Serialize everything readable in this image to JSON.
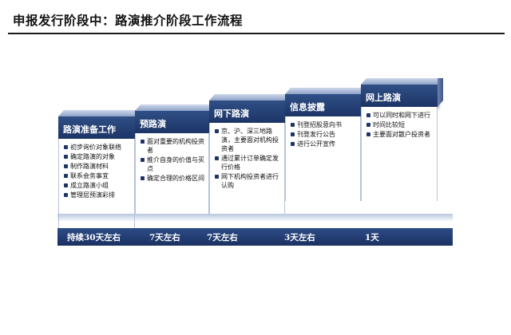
{
  "title": "申报发行阶段中：路演推介阶段工作流程",
  "stages": [
    {
      "name": "路演准备工作",
      "items": [
        "初步询价对象联络",
        "确定路演的对象",
        "制作路演材料",
        "联系会务事宜",
        "成立路演小组",
        "管理层预演彩排"
      ]
    },
    {
      "name": "预路演",
      "items": [
        "面对重要的机构投资者",
        "推介自身的价值与买点",
        "确定合理的价格区间"
      ]
    },
    {
      "name": "网下路演",
      "items": [
        "京、沪、深三地路演，主要面对机构投资者",
        "通过累计订单确定发行价格",
        "网下机构投资者进行认购"
      ]
    },
    {
      "name": "信息披露",
      "items": [
        "刊登招股意向书",
        "刊登发行公告",
        "进行公开宣传"
      ]
    },
    {
      "name": "网上路演",
      "items": [
        "可以同时和网下进行",
        "时间比较短",
        "主要面对散户投资者"
      ]
    }
  ],
  "durations": [
    "持续30天左右",
    "7天左右",
    "7天左右",
    "3天左右",
    "1天"
  ],
  "colors": {
    "header": "#1d3466",
    "bar": "#1b3162",
    "bevel": "#cdd7ea"
  }
}
